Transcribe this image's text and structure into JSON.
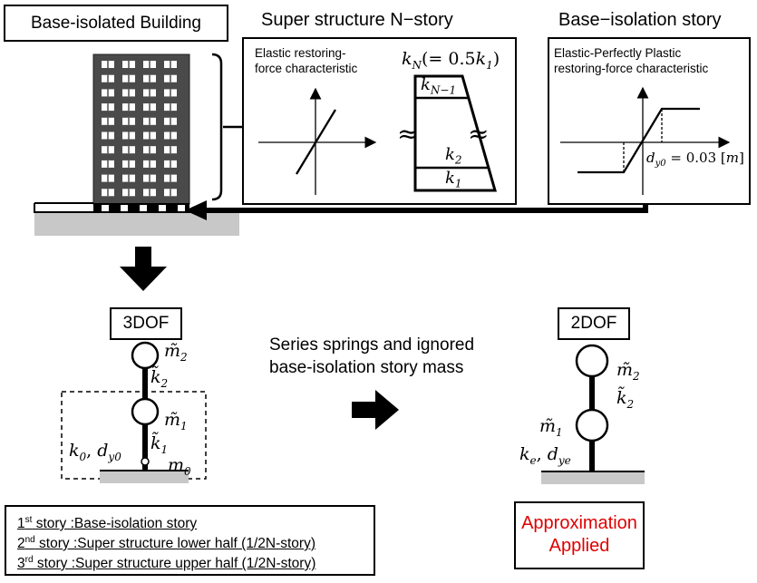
{
  "top": {
    "building_title": "Base-isolated Building",
    "super_structure_title": "Super structure  N−story",
    "base_isolation_title": "Base−isolation story"
  },
  "elastic_panel": {
    "line1": "Elastic restoring-",
    "line2": "force characteristic"
  },
  "stiffness_panel": {
    "kN_label": "k_N (= 0.5k_1)",
    "kN1_label": "k_{N−1}",
    "k2_label": "k_2",
    "k1_label": "k_1"
  },
  "plastic_panel": {
    "line1": "Elastic-Perfectly Plastic",
    "line2": "restoring-force characteristic",
    "dy0_label": "d_{y0} = 0.03 [m]"
  },
  "model_3dof": {
    "title": "3DOF",
    "m2": "m̃_2",
    "k2": "k̃_2",
    "m1": "m̃_1",
    "k1": "k̃_1",
    "k0": "k_0, d_{y0}",
    "m0": "m_0"
  },
  "transform_text": {
    "line1": "Series springs and ignored",
    "line2": "base-isolation story mass"
  },
  "model_2dof": {
    "title": "2DOF",
    "m2": "m̃_2",
    "k2": "k̃_2",
    "m1": "m̃_1",
    "ke": "k_e, d_{ye}"
  },
  "legend": {
    "items": [
      {
        "num": "1",
        "sup": "st",
        "text": " story :Base-isolation story"
      },
      {
        "num": "2",
        "sup": "nd",
        "text": " story :Super structure lower half (1/2N-story)"
      },
      {
        "num": "3",
        "sup": "rd",
        "text": " story :Super structure upper half (1/2N-story)"
      }
    ]
  },
  "approximation": {
    "line1": "Approximation",
    "line2": "Applied",
    "color": "#e00000"
  }
}
